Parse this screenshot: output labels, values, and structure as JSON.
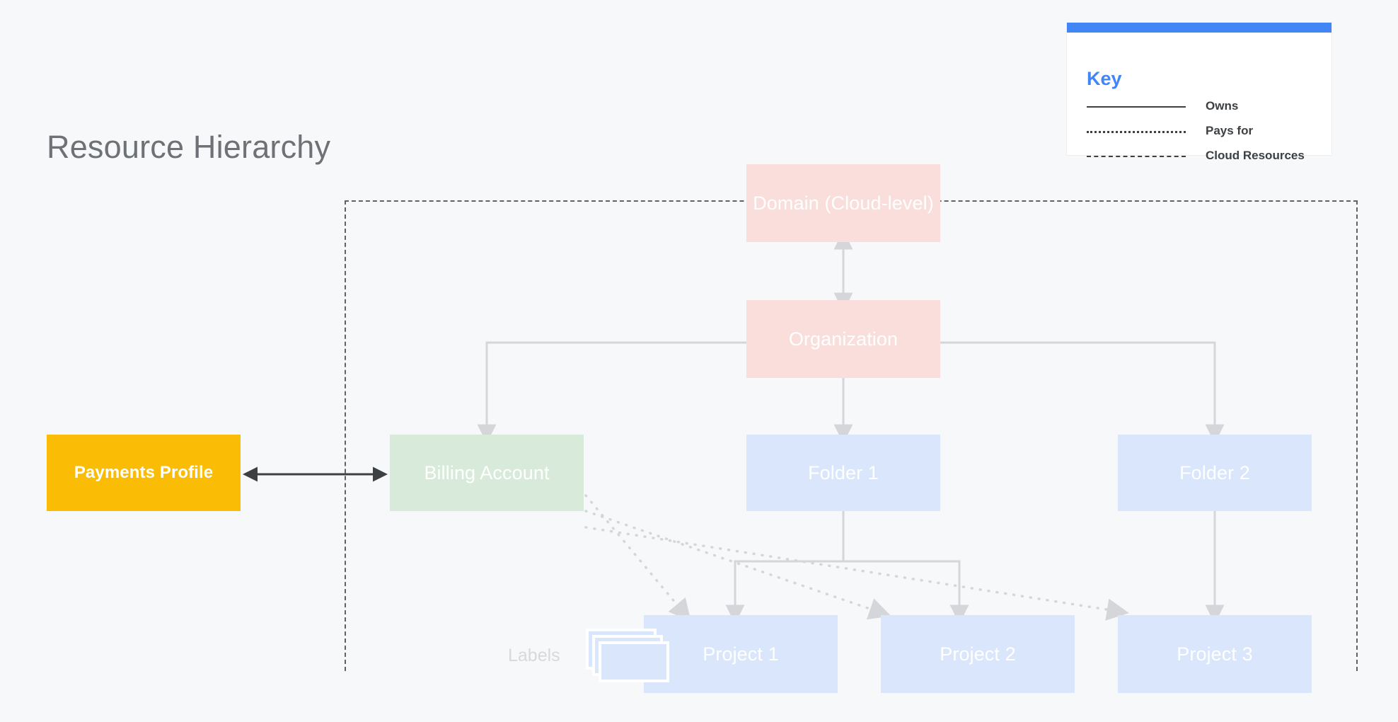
{
  "page": {
    "title": "Resource Hierarchy",
    "background_color": "#F7F8FA"
  },
  "key": {
    "title": "Key",
    "accent_color": "#4285F4",
    "items": [
      {
        "style": "solid",
        "label": "Owns"
      },
      {
        "style": "dotted",
        "label": "Pays for"
      },
      {
        "style": "dashed",
        "label": "Cloud Resources"
      }
    ]
  },
  "diagram": {
    "type": "hierarchy",
    "nodes": [
      {
        "id": "domain",
        "label": "Domain (Cloud-level)",
        "color": "#F9DEDC"
      },
      {
        "id": "organization",
        "label": "Organization",
        "color": "#F9DEDC"
      },
      {
        "id": "billing",
        "label": "Billing Account",
        "color": "#D8EAD9"
      },
      {
        "id": "folder1",
        "label": "Folder 1",
        "color": "#D9E6FB"
      },
      {
        "id": "folder2",
        "label": "Folder 2",
        "color": "#D9E6FB"
      },
      {
        "id": "project1",
        "label": "Project 1",
        "color": "#D9E6FB"
      },
      {
        "id": "project2",
        "label": "Project 2",
        "color": "#D9E6FB"
      },
      {
        "id": "project3",
        "label": "Project 3",
        "color": "#D9E6FB"
      },
      {
        "id": "payments",
        "label": "Payments Profile",
        "color": "#FABC05"
      },
      {
        "id": "labels",
        "label": "Labels",
        "color": "#D9E6FB"
      }
    ],
    "edges": [
      {
        "from": "domain",
        "to": "organization",
        "relation": "owns",
        "style": "solid-double"
      },
      {
        "from": "organization",
        "to": "billing",
        "relation": "owns",
        "style": "solid"
      },
      {
        "from": "organization",
        "to": "folder1",
        "relation": "owns",
        "style": "solid"
      },
      {
        "from": "organization",
        "to": "folder2",
        "relation": "owns",
        "style": "solid"
      },
      {
        "from": "folder1",
        "to": "project1",
        "relation": "owns",
        "style": "solid"
      },
      {
        "from": "folder1",
        "to": "project2",
        "relation": "owns",
        "style": "solid"
      },
      {
        "from": "folder2",
        "to": "project3",
        "relation": "owns",
        "style": "solid"
      },
      {
        "from": "billing",
        "to": "project1",
        "relation": "pays for",
        "style": "dotted"
      },
      {
        "from": "billing",
        "to": "project2",
        "relation": "pays for",
        "style": "dotted"
      },
      {
        "from": "billing",
        "to": "project3",
        "relation": "pays for",
        "style": "dotted"
      },
      {
        "from": "payments",
        "to": "billing",
        "relation": "owns",
        "style": "solid-double"
      }
    ],
    "boundary": {
      "label": "Cloud Resources",
      "style": "dashed"
    }
  }
}
